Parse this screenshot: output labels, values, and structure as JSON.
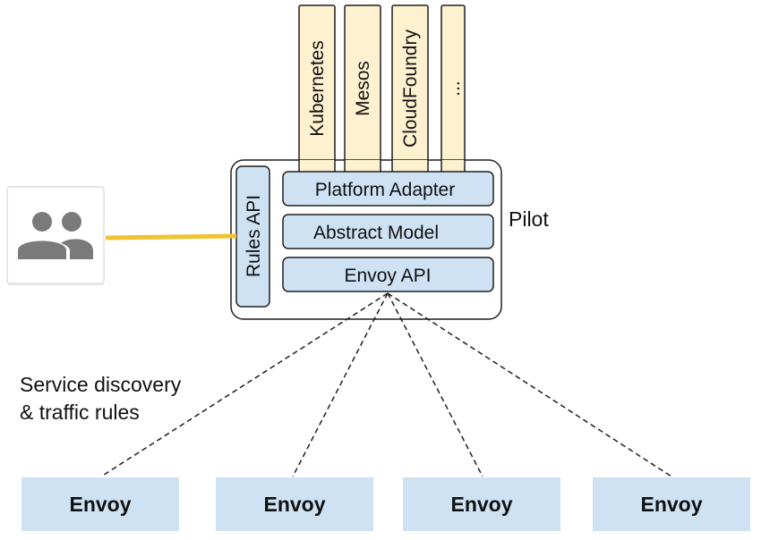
{
  "colors": {
    "box_fill": "#cfe2f3",
    "box_stroke": "#1f1f1f",
    "platform_fill": "#fdf1cf",
    "connector": "#f1c232",
    "user_icon": "#7a7a7a",
    "background": "#ffffff"
  },
  "platforms": [
    "Kubernetes",
    "Mesos",
    "CloudFoundry",
    "..."
  ],
  "pilot": {
    "label": "Pilot",
    "rules_api": "Rules API",
    "layers": [
      "Platform Adapter",
      "Abstract Model",
      "Envoy API"
    ]
  },
  "users_icon": "people-icon",
  "annotation": {
    "line1": "Service discovery",
    "line2": "& traffic rules"
  },
  "envoys": [
    "Envoy",
    "Envoy",
    "Envoy",
    "Envoy"
  ]
}
